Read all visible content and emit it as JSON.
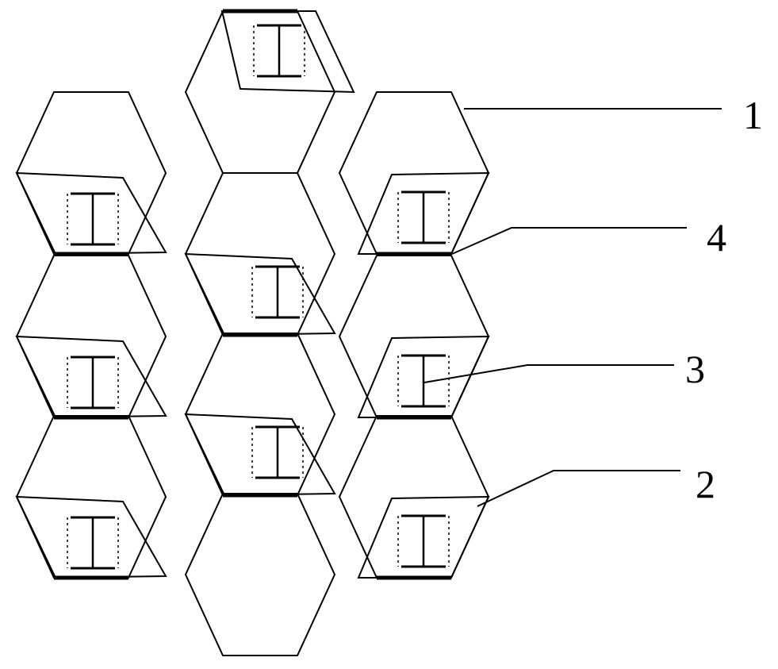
{
  "diagram": {
    "labels": [
      {
        "id": "1",
        "text": "1"
      },
      {
        "id": "4",
        "text": "4"
      },
      {
        "id": "3",
        "text": "3"
      },
      {
        "id": "2",
        "text": "2"
      }
    ],
    "colors": {
      "stroke": "#000000",
      "background": "#ffffff"
    }
  }
}
